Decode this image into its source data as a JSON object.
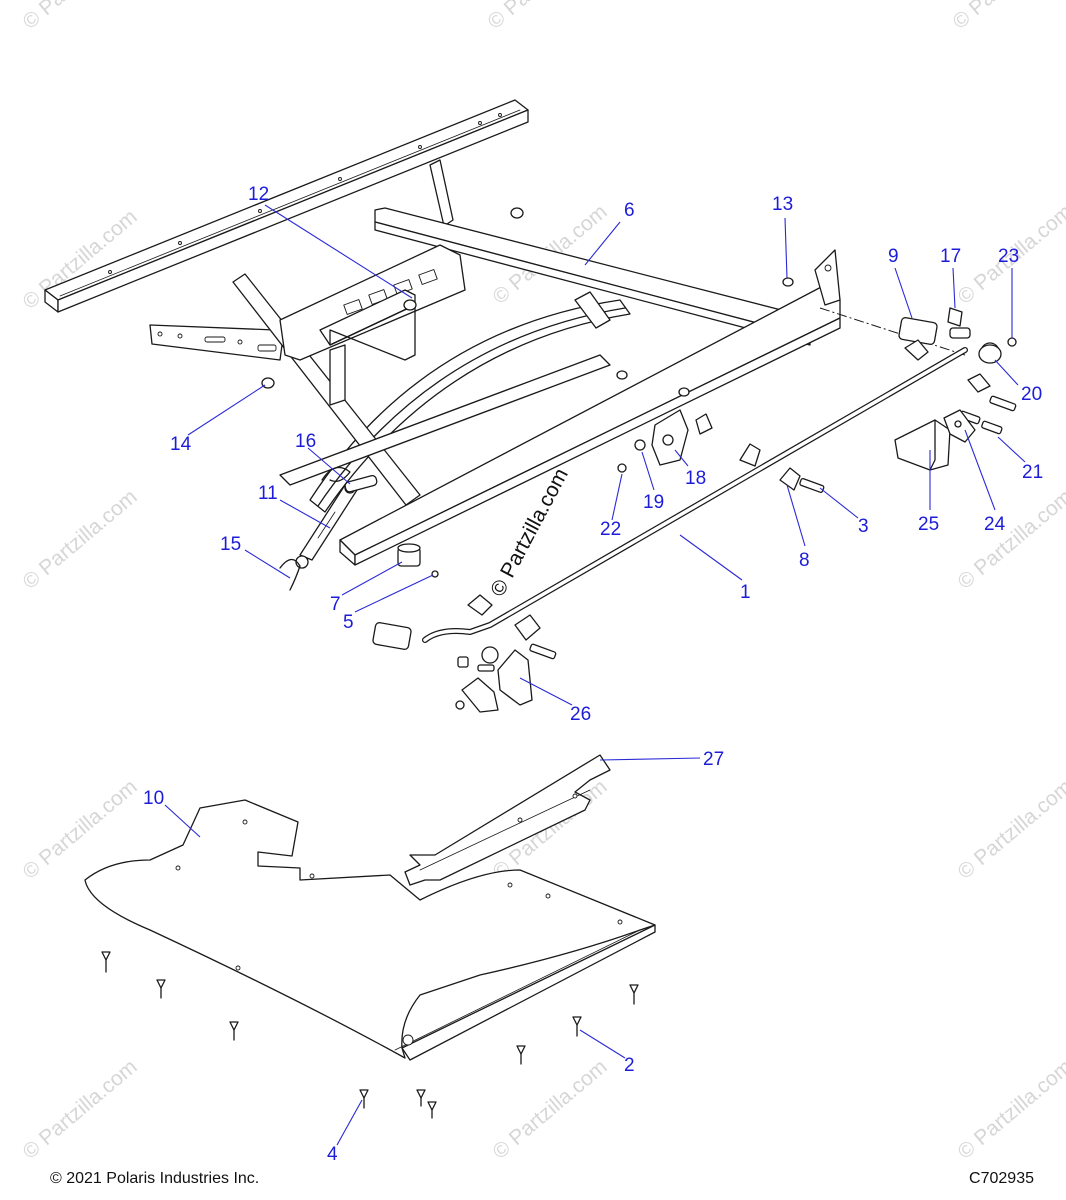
{
  "watermark": {
    "tile_text": "© Partzilla.com",
    "center_text": "© Partzilla.com"
  },
  "callouts": [
    "1",
    "2",
    "3",
    "4",
    "5",
    "6",
    "7",
    "8",
    "9",
    "10",
    "11",
    "12",
    "13",
    "14",
    "15",
    "16",
    "17",
    "18",
    "19",
    "20",
    "21",
    "22",
    "23",
    "24",
    "25",
    "26",
    "27"
  ],
  "footer": {
    "copyright": "© 2021 Polaris Industries Inc.",
    "diagram_code": "C702935"
  },
  "colors": {
    "callout": "#1c1cd9",
    "line_art": "#1a1a1a",
    "watermark": "#c9c9c9"
  }
}
